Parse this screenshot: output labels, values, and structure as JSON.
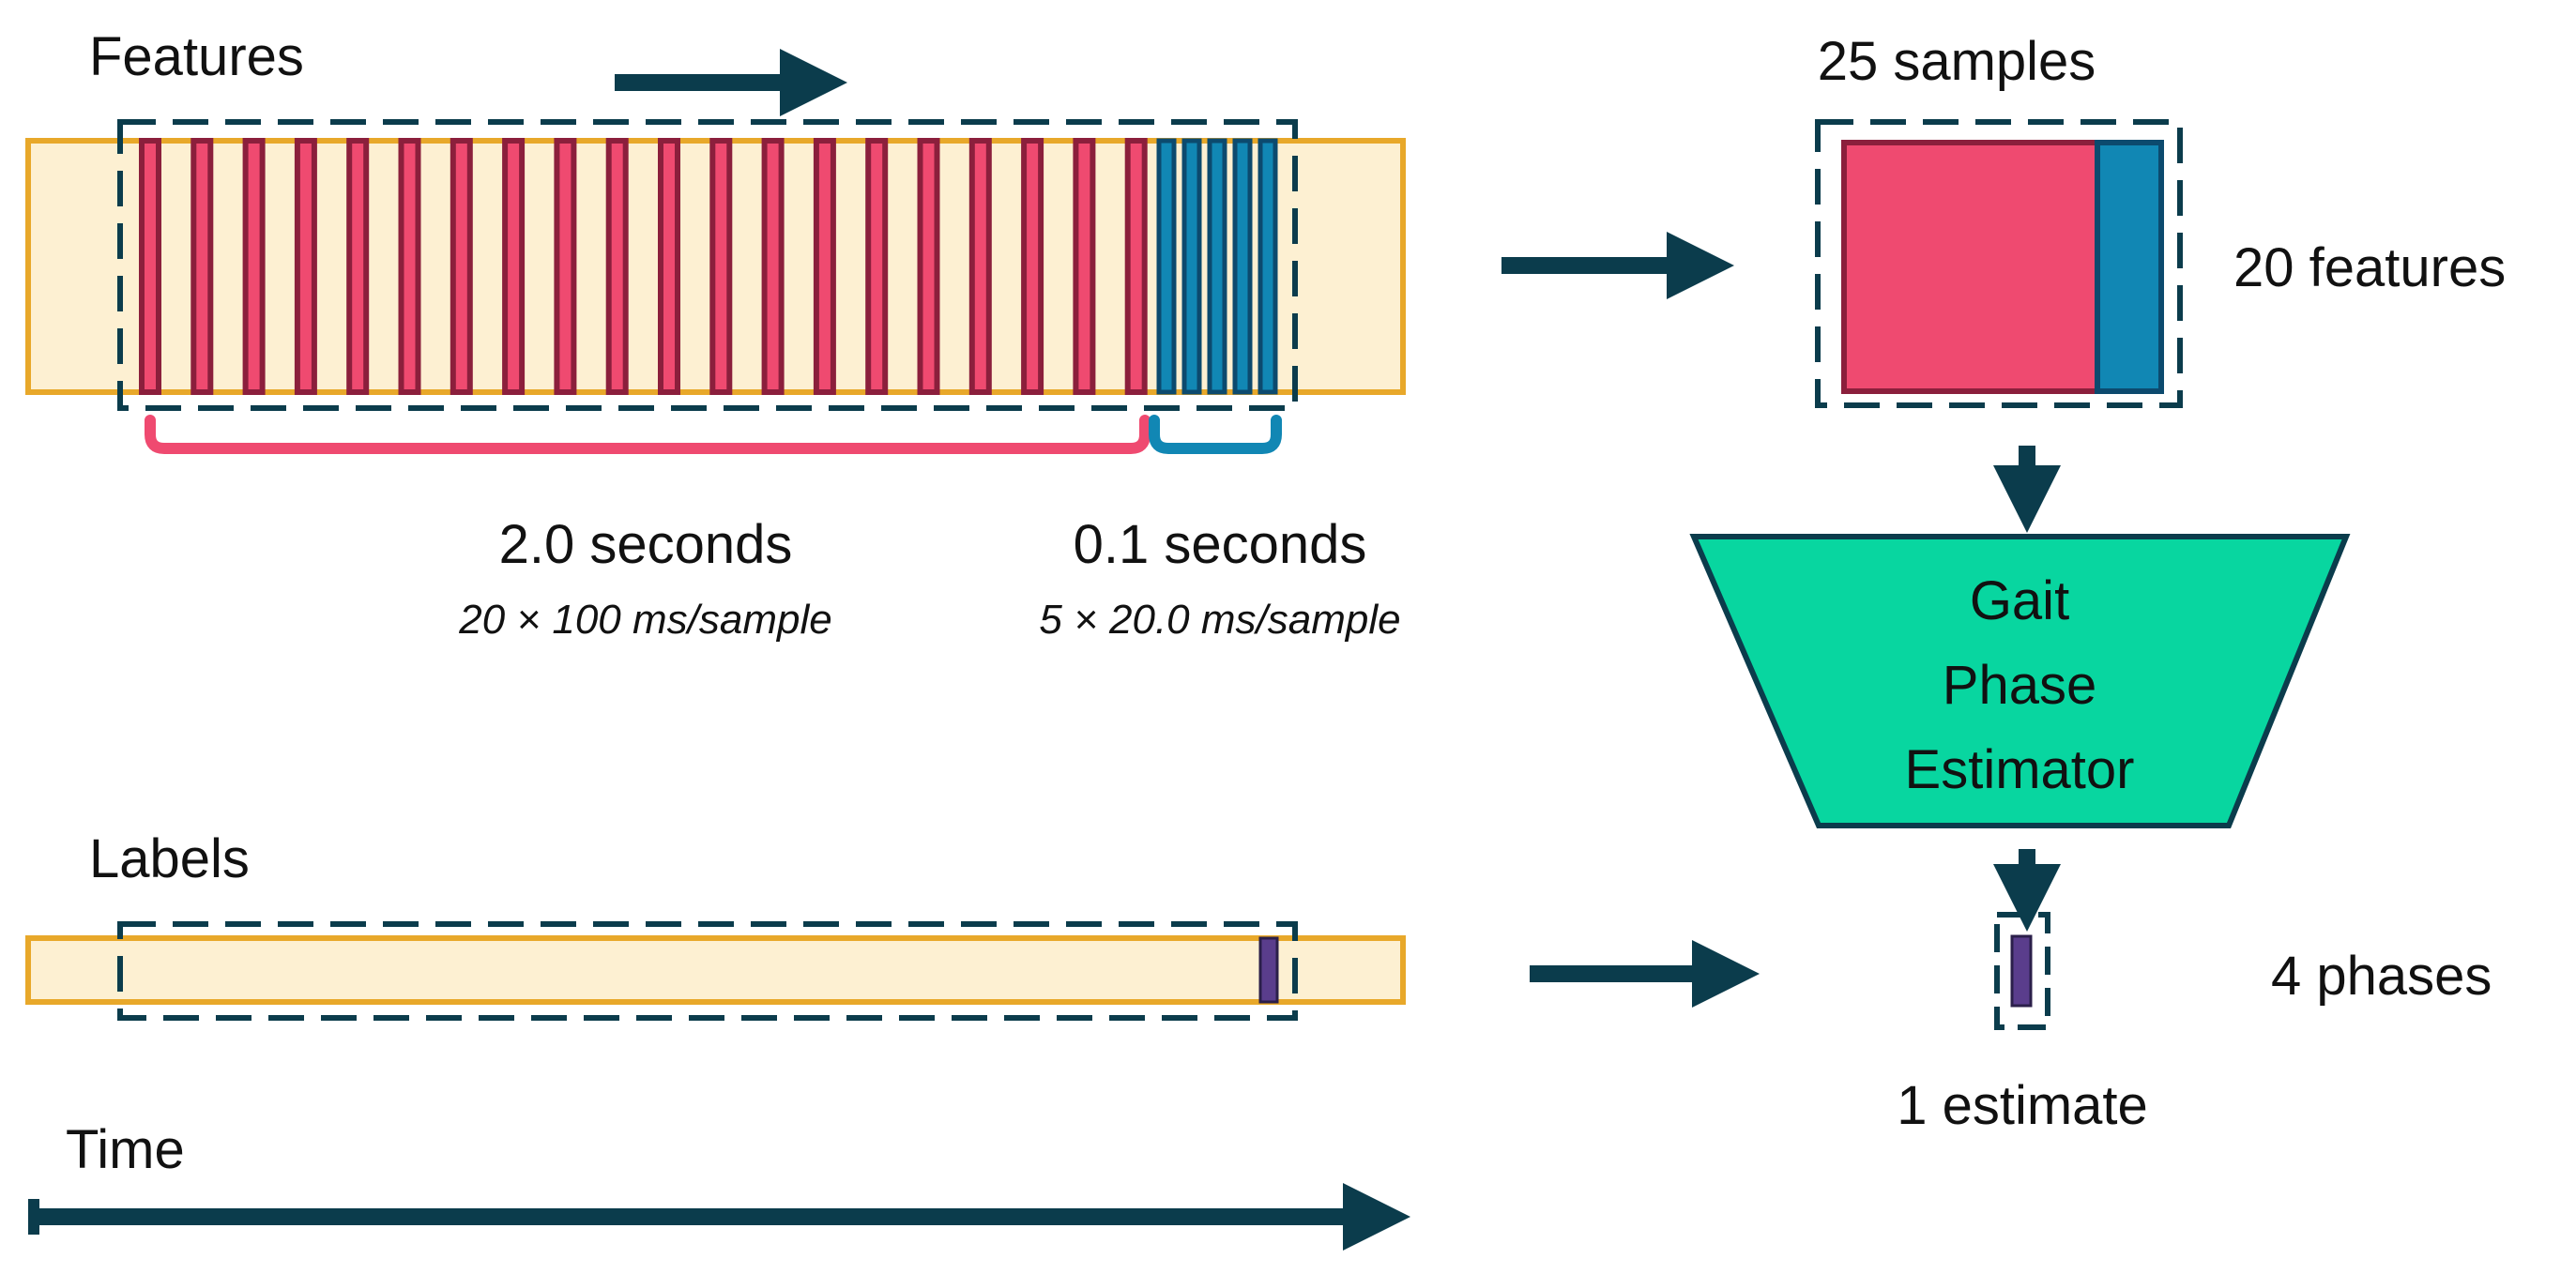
{
  "features_label": "Features",
  "labels_label": "Labels",
  "time_label": "Time",
  "window_pink_duration": "2.0 seconds",
  "window_pink_detail": "20 × 100 ms/sample",
  "window_blue_duration": "0.1 seconds",
  "window_blue_detail": "5 × 20.0 ms/sample",
  "matrix_samples_label": "25 samples",
  "matrix_features_label": "20 features",
  "estimator_lines": [
    "Gait",
    "Phase",
    "Estimator"
  ],
  "output_label": "1 estimate",
  "phases_label": "4 phases",
  "counts": {
    "pink_samples": 20,
    "blue_samples": 5
  },
  "colors": {
    "strip_fill": "#fdf0d2",
    "strip_border": "#e8a82a",
    "pink": "#ef4a70",
    "pink_dark": "#8b1f3c",
    "blue": "#1187b4",
    "blue_dark": "#0c4a6e",
    "dark": "#0b3c4c",
    "estimator": "#08d6a0",
    "label_mark": "#5a3d8c"
  }
}
